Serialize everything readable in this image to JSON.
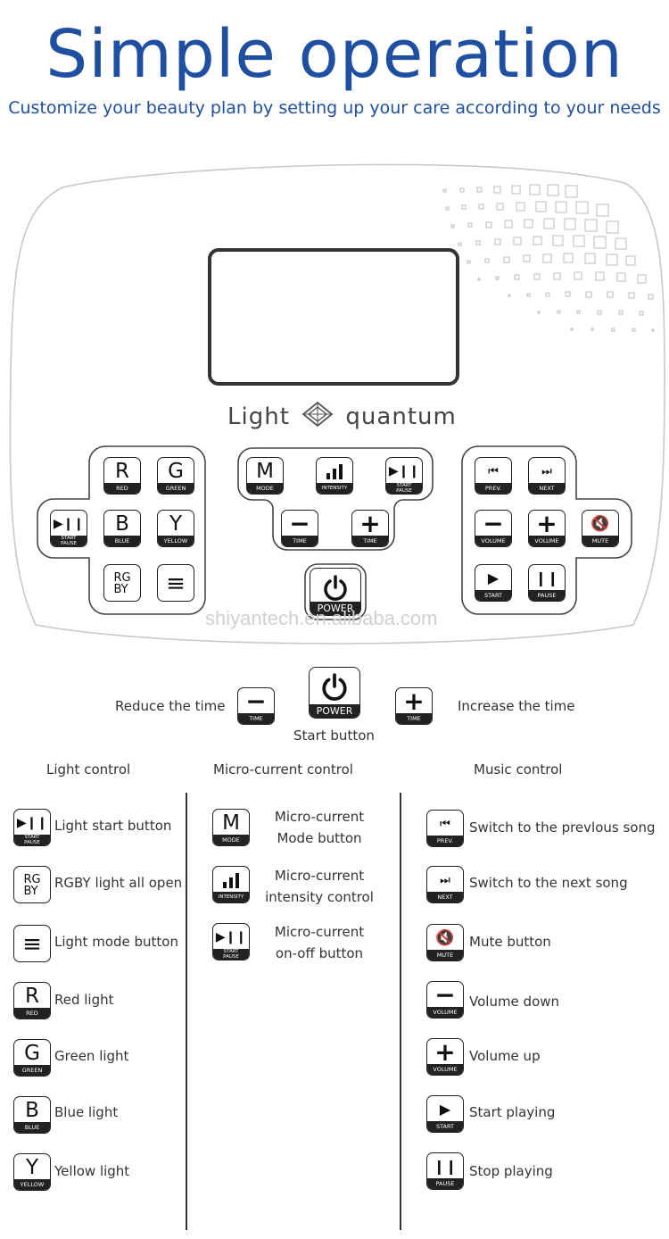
{
  "header": {
    "title": "Simple operation",
    "subtitle": "Customize your beauty plan by setting up your care according to your needs"
  },
  "device": {
    "brand_left": "Light",
    "brand_right": "quantum",
    "watermark": "shiyantech.en.alibaba.com",
    "keys": {
      "red": {
        "sym": "R",
        "label": "RED"
      },
      "green": {
        "sym": "G",
        "label": "GREEN"
      },
      "blue": {
        "sym": "B",
        "label": "BLUE"
      },
      "yellow": {
        "sym": "Y",
        "label": "YELLOW"
      },
      "light_start": {
        "label": "START PAUSE"
      },
      "mode": {
        "sym": "M",
        "label": "MODE"
      },
      "intensity": {
        "label": "INTENSITY"
      },
      "mc_start": {
        "label": "START PAUSE"
      },
      "time_minus": {
        "label": "TIME"
      },
      "time_plus": {
        "label": "TIME"
      },
      "prev": {
        "label": "PREV."
      },
      "next": {
        "label": "NEXT"
      },
      "vol_minus": {
        "label": "VOLUME"
      },
      "vol_plus": {
        "label": "VOLUME"
      },
      "mute": {
        "label": "MUTE"
      },
      "start": {
        "label": "START"
      },
      "pause": {
        "label": "PAUSE"
      },
      "power": {
        "label": "POWER"
      }
    }
  },
  "time_row": {
    "reduce": "Reduce the time",
    "increase": "Increase the time",
    "start": "Start button",
    "minus_label": "TIME",
    "plus_label": "TIME",
    "power_label": "POWER"
  },
  "columns": {
    "light": "Light control",
    "micro": "Micro-current control",
    "music": "Music control"
  },
  "light_items": [
    {
      "label": "START PAUSE",
      "text": "Light start button"
    },
    {
      "text": "RGBY light all open"
    },
    {
      "text": "Light mode button"
    },
    {
      "sym": "R",
      "label": "RED",
      "text": "Red light"
    },
    {
      "sym": "G",
      "label": "GREEN",
      "text": "Green light"
    },
    {
      "sym": "B",
      "label": "BLUE",
      "text": "Blue light"
    },
    {
      "sym": "Y",
      "label": "YELLOW",
      "text": "Yellow light"
    }
  ],
  "micro_items": [
    {
      "sym": "M",
      "label": "MODE",
      "line1": "Micro-current",
      "line2": "Mode button"
    },
    {
      "label": "INTENSITY",
      "line1": "Micro-current",
      "line2": "intensity control"
    },
    {
      "label": "START PAUSE",
      "line1": "Micro-current",
      "line2": "on-off button"
    }
  ],
  "music_items": [
    {
      "label": "PREV.",
      "text": "Switch to the prevlous song"
    },
    {
      "label": "NEXT",
      "text": "Switch to the next song"
    },
    {
      "label": "MUTE",
      "text": "Mute button"
    },
    {
      "label": "VOLUME",
      "text": "Volume down"
    },
    {
      "label": "VOLUME",
      "text": "Volume up"
    },
    {
      "label": "START",
      "text": "Start playing"
    },
    {
      "label": "PAUSE",
      "text": "Stop playing"
    }
  ]
}
